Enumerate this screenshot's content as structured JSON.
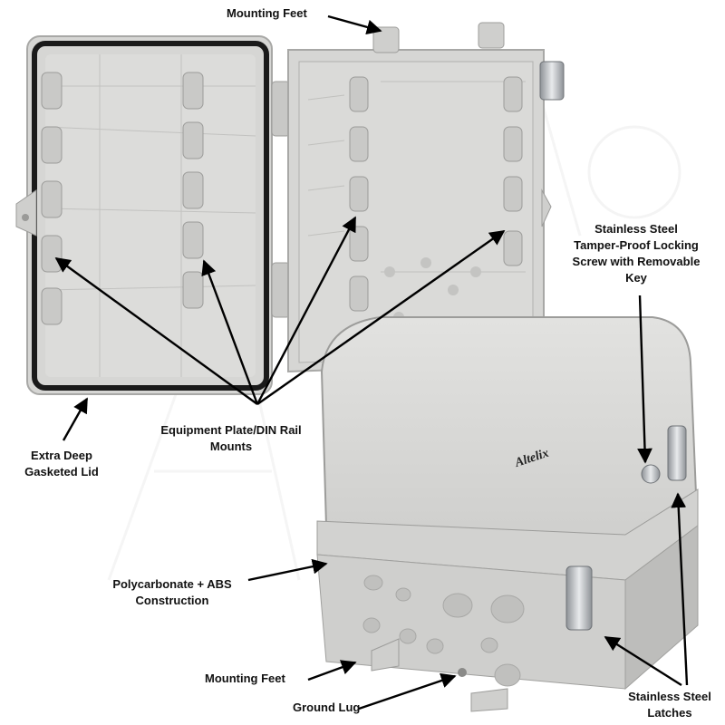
{
  "labels": {
    "mounting_feet_top": "Mounting Feet",
    "stainless_screw": [
      "Stainless Steel",
      "Tamper-Proof Locking",
      "Screw with Removable",
      "Key"
    ],
    "equipment_plate": [
      "Equipment Plate/DIN Rail",
      "Mounts"
    ],
    "extra_deep": [
      "Extra Deep",
      "Gasketed Lid"
    ],
    "polycarbonate": [
      "Polycarbonate + ABS",
      "Construction"
    ],
    "mounting_feet_bottom": "Mounting Feet",
    "ground_lug": "Ground Lug",
    "stainless_latches": [
      "Stainless Steel",
      "Latches"
    ]
  },
  "brand": "Altelix",
  "colors": {
    "enclosure": "#d9d9d7",
    "enclosure_shade": "#c4c4c2",
    "gasket": "#1a1a1a",
    "latch": "#b8bcc0",
    "arrow": "#000000",
    "watermark": "#ededed"
  }
}
